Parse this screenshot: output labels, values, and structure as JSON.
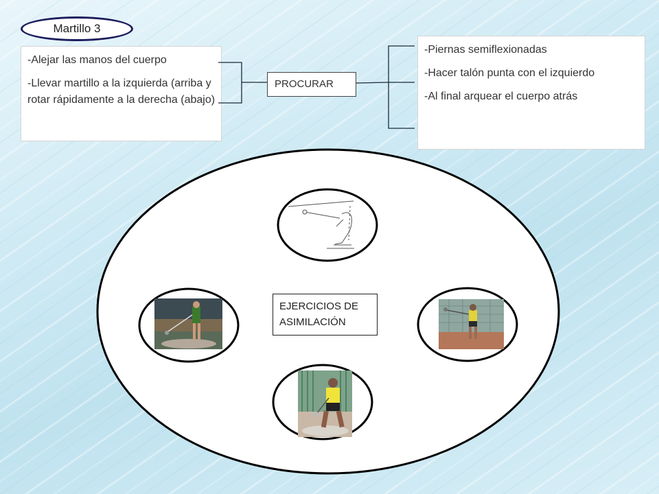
{
  "title": "Martillo 3",
  "left_box": {
    "line1": "-Alejar las manos del cuerpo",
    "line2": "-Llevar martillo a la izquierda (arriba y rotar rápidamente a la derecha (abajo)"
  },
  "center_label": "PROCURAR",
  "right_box": {
    "line1": "-Piernas semiflexionadas",
    "line2": "-Hacer talón punta con el izquierdo",
    "line3": "-Al final arquear el cuerpo atrás"
  },
  "central_label": "EJERCICIOS DE ASIMILACIÓN",
  "images": {
    "top": "hammer-throw-technique-sketch",
    "left": "hammer-thrower-stadium-photo",
    "right": "hammer-thrower-cage-photo",
    "bottom": "hammer-thrower-yellow-shirt-photo"
  },
  "colors": {
    "outline": "#000000",
    "pill_border": "#1d1d5c",
    "connector": "#1a2a3a"
  }
}
